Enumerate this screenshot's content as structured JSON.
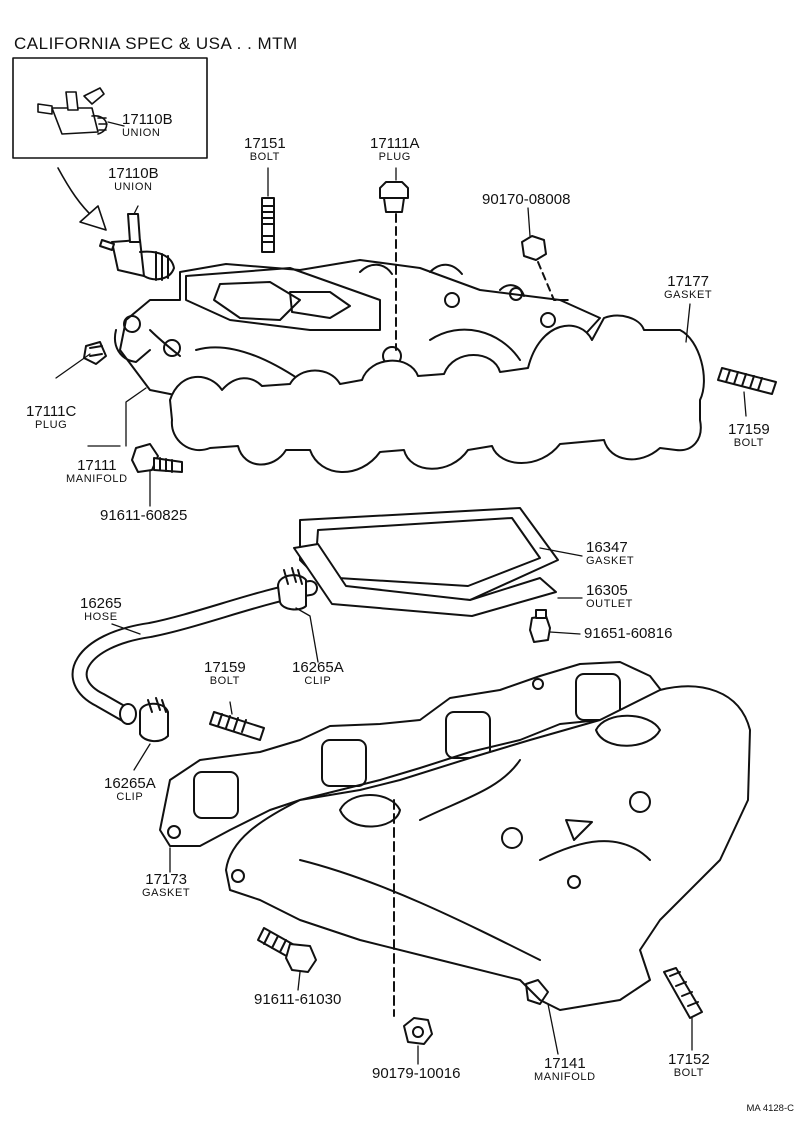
{
  "header": "CALIFORNIA SPEC & USA . . MTM",
  "code": "MA 4128-C",
  "parts": {
    "p17110b_inset": {
      "number": "17110B",
      "name": "UNION"
    },
    "p17110b": {
      "number": "17110B",
      "name": "UNION"
    },
    "p17151": {
      "number": "17151",
      "name": "BOLT"
    },
    "p17111a": {
      "number": "17111A",
      "name": "PLUG"
    },
    "p90170": {
      "number": "90170-08008",
      "name": ""
    },
    "p17177": {
      "number": "17177",
      "name": "GASKET"
    },
    "p17159_top": {
      "number": "17159",
      "name": "BOLT"
    },
    "p17111c": {
      "number": "17111C",
      "name": "PLUG"
    },
    "p17111": {
      "number": "17111",
      "name": "MANIFOLD"
    },
    "p91611_60825": {
      "number": "91611-60825",
      "name": ""
    },
    "p16347": {
      "number": "16347",
      "name": "GASKET"
    },
    "p16305": {
      "number": "16305",
      "name": "OUTLET"
    },
    "p91651": {
      "number": "91651-60816",
      "name": ""
    },
    "p16265": {
      "number": "16265",
      "name": "HOSE"
    },
    "p17159_bot": {
      "number": "17159",
      "name": "BOLT"
    },
    "p16265a_top": {
      "number": "16265A",
      "name": "CLIP"
    },
    "p16265a_bot": {
      "number": "16265A",
      "name": "CLIP"
    },
    "p17173": {
      "number": "17173",
      "name": "GASKET"
    },
    "p91611_61030": {
      "number": "91611-61030",
      "name": ""
    },
    "p90179": {
      "number": "90179-10016",
      "name": ""
    },
    "p17141": {
      "number": "17141",
      "name": "MANIFOLD"
    },
    "p17152": {
      "number": "17152",
      "name": "BOLT"
    }
  }
}
